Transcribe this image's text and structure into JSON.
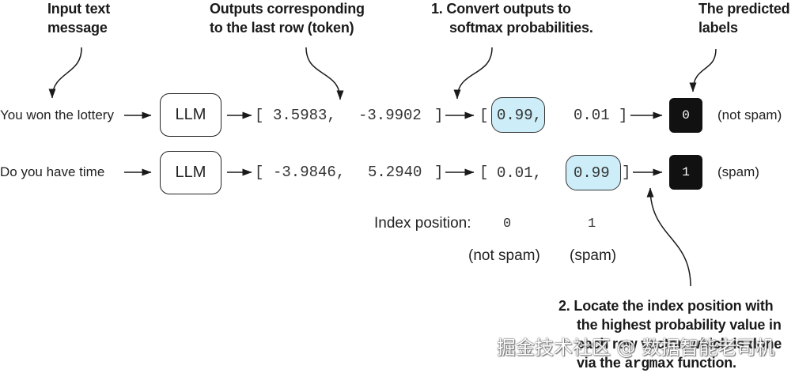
{
  "colors": {
    "ink": "#1a1a1a",
    "highlight_fill": "#cdeef8",
    "label_box_fill": "#111111",
    "label_box_text": "#ffffff"
  },
  "annotations": {
    "input_text": {
      "lines": [
        "Input text",
        "message"
      ]
    },
    "last_row_outputs": {
      "lines": [
        "Outputs corresponding",
        "to the last row (token)"
      ]
    },
    "softmax_step": {
      "lines": [
        "1. Convert outputs to",
        "softmax probabilities."
      ]
    },
    "predicted_labels": {
      "lines": [
        "The predicted",
        "labels"
      ]
    },
    "argmax_step": {
      "lines": [
        "2. Locate the index position with",
        "the highest probability value in",
        "each row vector, which is done"
      ],
      "last_line": {
        "before": "via the ",
        "code": "argmax",
        "after": " function."
      }
    }
  },
  "rows": [
    {
      "input": "You won the lottery",
      "model": "LLM",
      "logits": {
        "open": "[",
        "values": [
          "3.5983,",
          "-3.9902"
        ],
        "close": "]"
      },
      "probabilities": {
        "open": "[",
        "values": [
          "0.99,",
          "0.01"
        ],
        "close": "]",
        "highest_index": 0
      },
      "predicted_index": "0",
      "predicted_label": "(not spam)"
    },
    {
      "input": "Do you have time",
      "model": "LLM",
      "logits": {
        "open": "[",
        "values": [
          "-3.9846,",
          "5.2940"
        ],
        "close": "]"
      },
      "probabilities": {
        "open": "[",
        "values": [
          "0.01,",
          "0.99"
        ],
        "close": "]",
        "highest_index": 1
      },
      "predicted_index": "1",
      "predicted_label": "(spam)"
    }
  ],
  "index_legend": {
    "title": "Index position:",
    "indices": [
      "0",
      "1"
    ],
    "classes": [
      "(not spam)",
      "(spam)"
    ]
  },
  "watermark": "掘金技术社区 @ 数据智能老司机"
}
